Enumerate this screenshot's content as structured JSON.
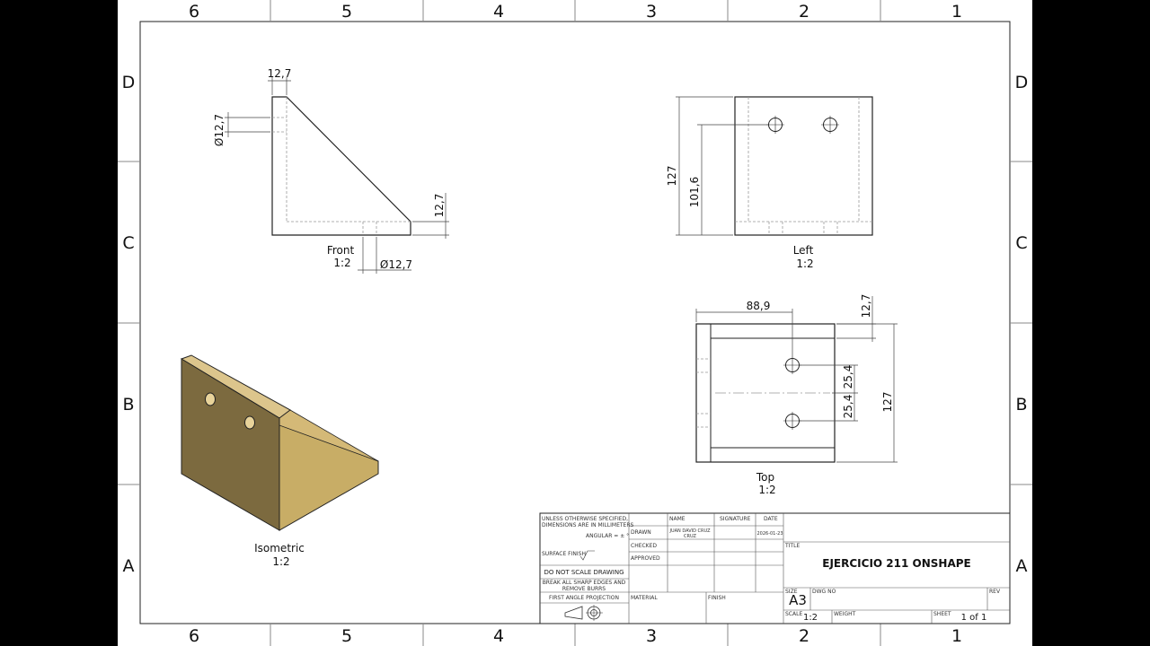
{
  "border": {
    "columns": [
      "6",
      "5",
      "4",
      "3",
      "2",
      "1"
    ],
    "rows": [
      "D",
      "C",
      "B",
      "A"
    ]
  },
  "views": {
    "front": {
      "name": "Front",
      "scale": "1:2"
    },
    "left": {
      "name": "Left",
      "scale": "1:2"
    },
    "top": {
      "name": "Top",
      "scale": "1:2"
    },
    "isometric": {
      "name": "Isometric",
      "scale": "1:2"
    }
  },
  "dimensions": {
    "front_thickness": "12,7",
    "front_hole_dia": "Ø12,7",
    "front_base_thickness": "12,7",
    "front_bottom_hole_dia": "Ø12,7",
    "left_height": "127",
    "left_hole_height": "101,6",
    "top_offset": "88,9",
    "top_thickness": "12,7",
    "top_spacing_upper": "25,4",
    "top_spacing_lower": "25,4",
    "top_width": "127"
  },
  "title_block": {
    "tolerance_note_1": "UNLESS OTHERWISE SPECIFIED,",
    "tolerance_note_2": "DIMENSIONS ARE IN MILLIMETERS",
    "angular": "ANGULAR = ± °",
    "surface_finish": "SURFACE FINISH",
    "do_not_scale": "DO NOT SCALE DRAWING",
    "break_edges_1": "BREAK ALL SHARP EDGES AND",
    "break_edges_2": "REMOVE BURRS",
    "projection": "FIRST ANGLE PROJECTION",
    "col_name": "NAME",
    "col_signature": "SIGNATURE",
    "col_date": "DATE",
    "row_drawn": "DRAWN",
    "row_checked": "CHECKED",
    "row_approved": "APPROVED",
    "drawn_name_1": "JUAN DAVID CRUZ",
    "drawn_name_2": "CRUZ",
    "drawn_date": "2026-01-23",
    "material_label": "MATERIAL",
    "finish_label": "FINISH",
    "title_label": "TITLE",
    "title": "EJERCICIO 211 ONSHAPE",
    "size_label": "SIZE",
    "size": "A3",
    "dwg_no_label": "DWG NO",
    "rev_label": "REV",
    "scale_label": "SCALE",
    "scale": "1:2",
    "weight_label": "WEIGHT",
    "sheet_label": "SHEET",
    "sheet": "1 of 1"
  },
  "colors": {
    "line": "#222222",
    "hidden": "#888888",
    "iso_front": "#7a6a3f",
    "iso_top": "#d9c184",
    "iso_side": "#c6ab63"
  }
}
